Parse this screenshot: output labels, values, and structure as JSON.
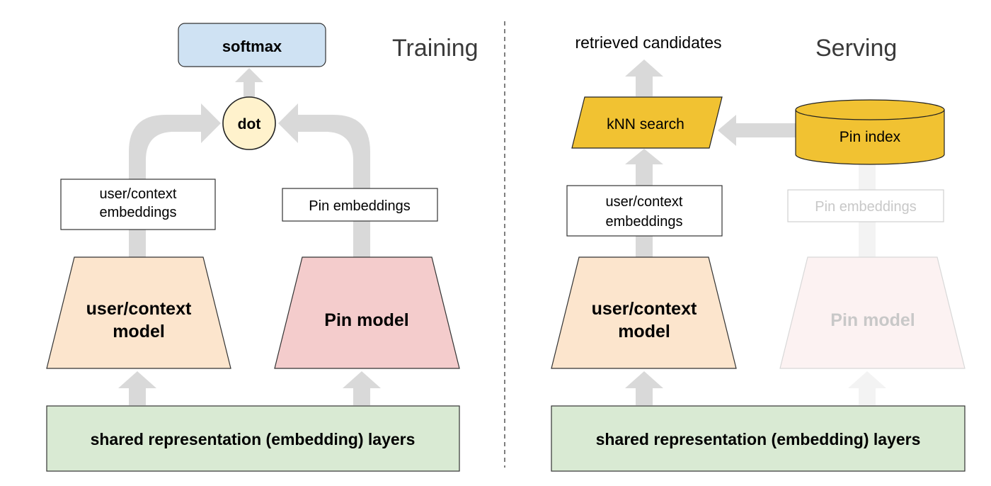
{
  "colors": {
    "arrow": "#d9d9d9",
    "arrow_faded": "#f3f3f3",
    "softmax_fill": "#cfe2f3",
    "dot_fill": "#fff2cc",
    "user_model_fill": "#fce5cd",
    "pin_model_fill": "#f4cccc",
    "pin_model_faded_fill": "#fcf2f2",
    "shared_fill": "#d9ead3",
    "knn_fill": "#f1c232",
    "faded_text": "#c8c8c8",
    "faded_border": "#d0d0d0"
  },
  "training": {
    "title": "Training",
    "softmax": "softmax",
    "dot": "dot",
    "user_embeddings": [
      "user/context",
      "embeddings"
    ],
    "pin_embeddings": "Pin embeddings",
    "user_model": [
      "user/context",
      "model"
    ],
    "pin_model": "Pin model",
    "shared_layers": "shared representation (embedding) layers"
  },
  "serving": {
    "title": "Serving",
    "retrieved": "retrieved candidates",
    "knn": "kNN search",
    "pin_index": "Pin index",
    "user_embeddings": [
      "user/context",
      "embeddings"
    ],
    "pin_embeddings": "Pin embeddings",
    "user_model": [
      "user/context",
      "model"
    ],
    "pin_model": "Pin model",
    "shared_layers": "shared representation (embedding) layers"
  }
}
